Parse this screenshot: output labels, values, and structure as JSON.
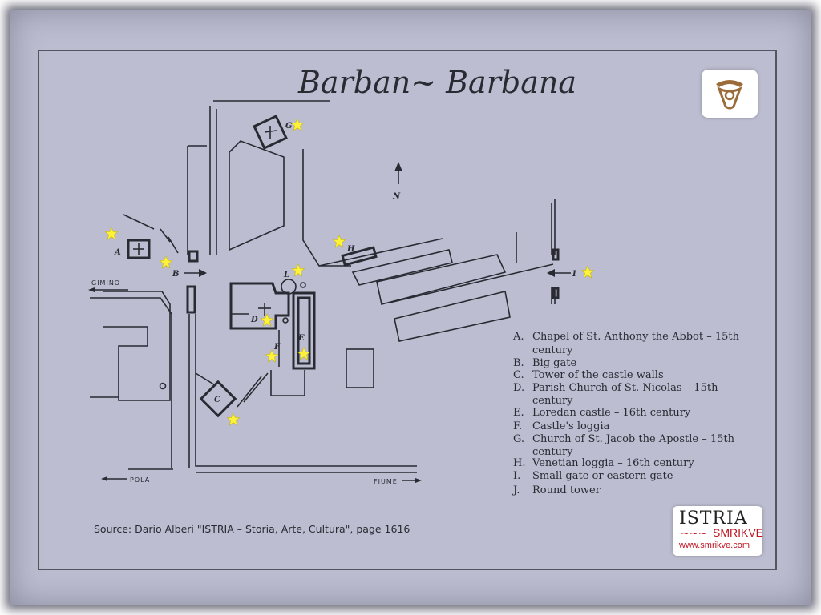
{
  "map": {
    "title": "Barban~ Barbana",
    "north": "N",
    "roads": {
      "gimino": "GIMINO",
      "pola": "POLA",
      "fiume": "FIUME"
    },
    "labels": {
      "A": "A",
      "B": "B",
      "C": "C",
      "D": "D",
      "E": "E",
      "F": "F",
      "G": "G",
      "H": "H",
      "I": "I",
      "L": "L"
    },
    "legend": [
      [
        "A.",
        "Chapel of St. Anthony the Abbot – 15th",
        "century"
      ],
      [
        "B.",
        "Big gate"
      ],
      [
        "C.",
        "Tower of the castle walls"
      ],
      [
        "D.",
        "Parish Church of St. Nicolas – 15th",
        "century"
      ],
      [
        "E.",
        "Loredan castle – 16th century"
      ],
      [
        "F.",
        "Castle's loggia"
      ],
      [
        "G.",
        "Church of St. Jacob the Apostle – 15th",
        "century"
      ],
      [
        "H.",
        "Venetian loggia – 16th century"
      ],
      [
        "I.",
        "Small gate or eastern gate"
      ],
      [
        "J.",
        "Round tower"
      ]
    ],
    "source": "Source: Dario Alberi \"ISTRIA – Storia, Arte, Cultura\", page 1616"
  },
  "logos": {
    "bottom_line1": "ISTRIA",
    "bottom_line2": "SMRIKVE",
    "bottom_url": "www.smrikve.com"
  },
  "colors": {
    "paper": "#bcbdd0",
    "ink": "#2a2a33",
    "star": "#fff23a",
    "brand_red": "#c0131e"
  }
}
